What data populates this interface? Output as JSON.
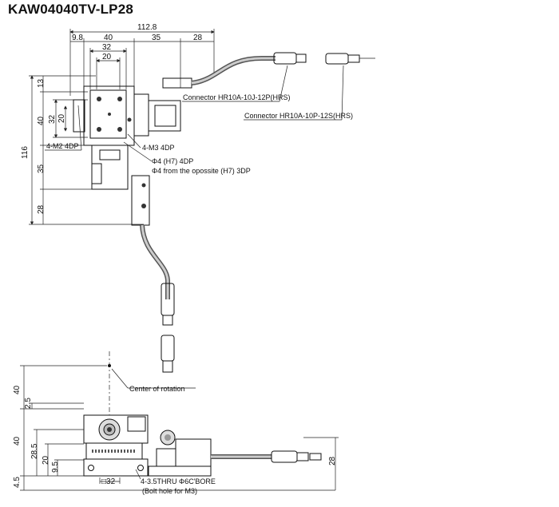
{
  "title": "KAW04040TV-LP28",
  "top_view": {
    "dims_horizontal": {
      "overall": "112.8",
      "d9_8": "9.8",
      "d40": "40",
      "d35": "35",
      "d28": "28",
      "d32": "32",
      "d20": "20"
    },
    "dims_vertical": {
      "overall": "116",
      "d13": "13",
      "d40": "40",
      "d32": "32",
      "d20": "20",
      "d35": "35",
      "d28": "28"
    },
    "labels": {
      "connector_12p": "Connector HR10A-10J-12P(HRS)",
      "connector_12s": "Connector HR10A-10P-12S(HRS)",
      "m2": "4-M2 4DP",
      "m3": "4-M3 4DP",
      "phi4": "Φ4 (H7) 4DP",
      "phi4_opposite": "Φ4 from the opossite (H7) 3DP"
    }
  },
  "side_view": {
    "dims_vertical": {
      "d40_top": "40",
      "d2_5": "2.5",
      "d40": "40",
      "d28_5": "28.5",
      "d20": "20",
      "d9_5": "9.5",
      "d4_5": "4.5",
      "d28_right": "28"
    },
    "dims_horizontal": {
      "sq32": "□32"
    },
    "labels": {
      "center_of_rotation": "Center of rotation",
      "bolt_holes": "4-3.5THRU Φ6C'BORE",
      "bolt_note": "(Bolt hole for M3)"
    }
  }
}
